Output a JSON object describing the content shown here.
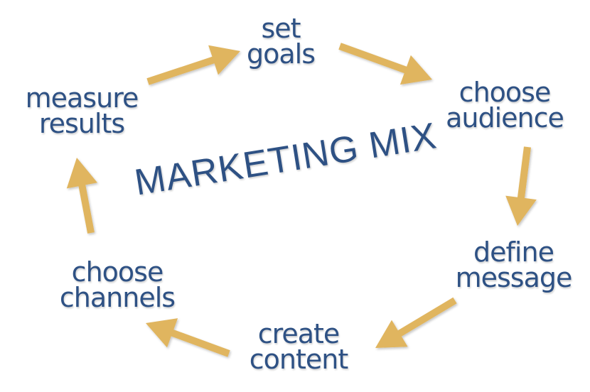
{
  "title": "MARKETING MIX",
  "colors": {
    "text": "#2e5184",
    "arrow": "#e0b55f"
  },
  "steps": [
    {
      "line1": "set",
      "line2": "goals"
    },
    {
      "line1": "choose",
      "line2": "audience"
    },
    {
      "line1": "define",
      "line2": "message"
    },
    {
      "line1": "create",
      "line2": "content"
    },
    {
      "line1": "choose",
      "line2": "channels"
    },
    {
      "line1": "measure",
      "line2": "results"
    }
  ]
}
